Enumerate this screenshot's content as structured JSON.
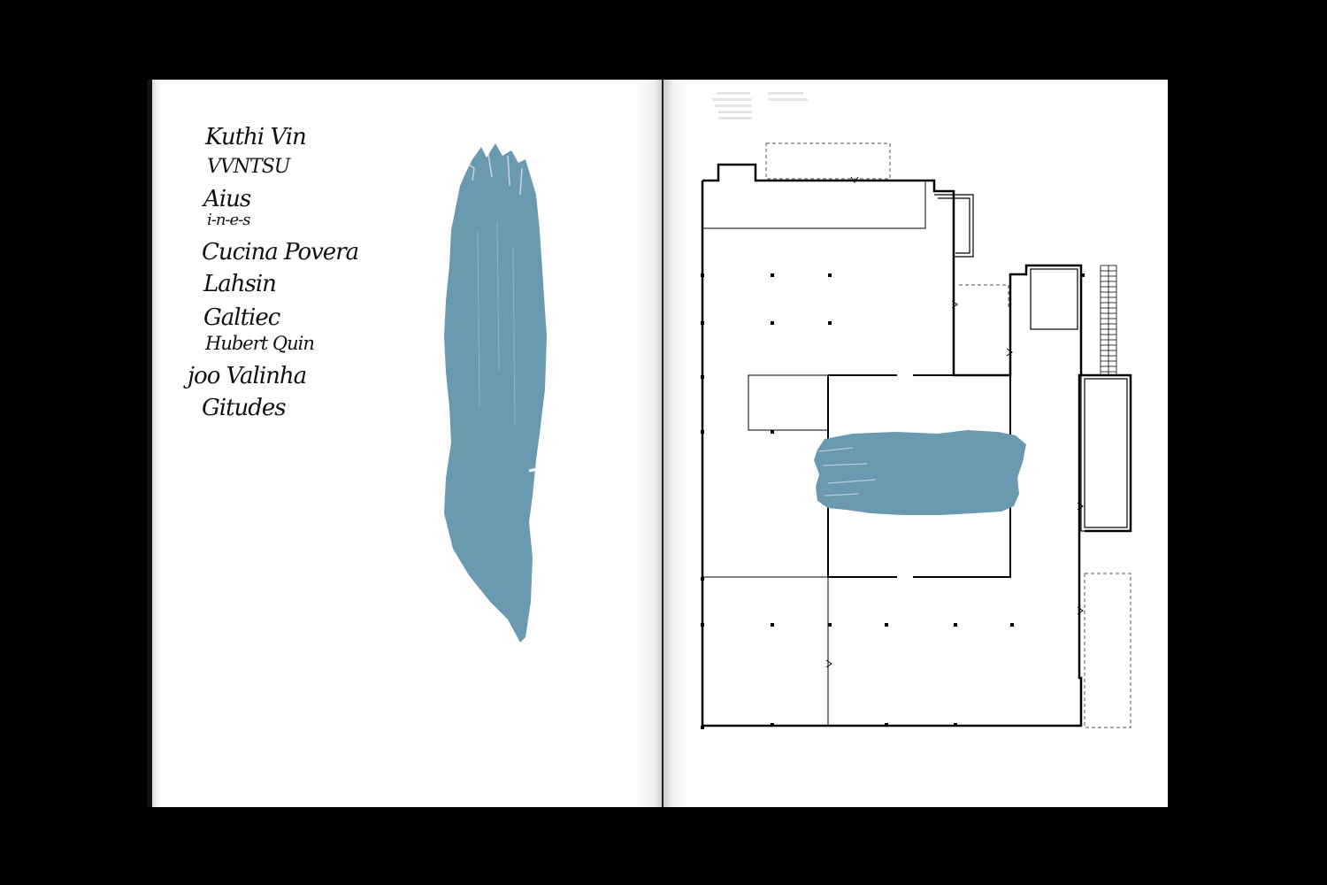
{
  "colors": {
    "background": "#000000",
    "paper": "#ffffff",
    "paint": "#6a9ab0",
    "ink": "#111111"
  },
  "left_page": {
    "names": [
      "Kuthi Vin",
      "VVNTSU",
      "Aius",
      "i-n-e-s",
      "Cucina Povera",
      "Lahsin",
      "Galtiec",
      "Hubert Quin",
      "joo Valinha",
      "Gitudes"
    ]
  },
  "right_page": {
    "content": "floor-plan"
  }
}
